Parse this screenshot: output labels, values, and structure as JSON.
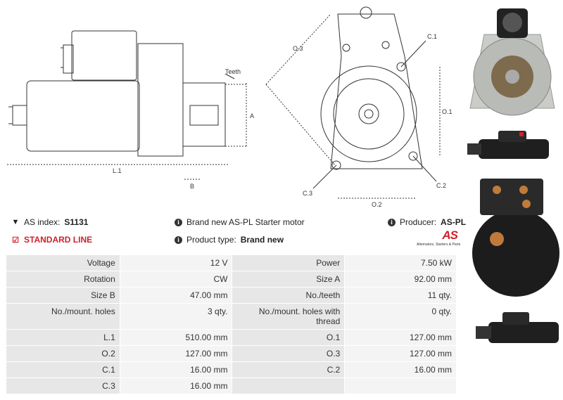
{
  "drawing": {
    "labels": {
      "teeth": "Teeth",
      "a": "A",
      "b": "B",
      "l1": "L.1",
      "o3": "O.3",
      "c1": "C.1",
      "o1": "O.1",
      "c3": "C.3",
      "c2": "C.2",
      "o2": "O.2"
    }
  },
  "info": {
    "as_index_label": "AS index:",
    "as_index_value": "S1131",
    "description": "Brand new AS-PL Starter motor",
    "producer_label": "Producer:",
    "producer_value": "AS-PL",
    "line": "STANDARD LINE",
    "product_type_label": "Product type:",
    "product_type_value": "Brand new",
    "logo_text": "AS",
    "logo_tagline": "Alternators, Starters & Parts"
  },
  "specs": [
    [
      "Voltage",
      "12 V",
      "Power",
      "7.50 kW"
    ],
    [
      "Rotation",
      "CW",
      "Size A",
      "92.00 mm"
    ],
    [
      "Size B",
      "47.00 mm",
      "No./teeth",
      "11 qty."
    ],
    [
      "No./mount. holes",
      "3 qty.",
      "No./mount. holes with thread",
      "0 qty."
    ],
    [
      "L.1",
      "510.00 mm",
      "O.1",
      "127.00 mm"
    ],
    [
      "O.2",
      "127.00 mm",
      "O.3",
      "127.00 mm"
    ],
    [
      "C.1",
      "16.00 mm",
      "C.2",
      "16.00 mm"
    ],
    [
      "C.3",
      "16.00 mm",
      "",
      ""
    ]
  ],
  "colors": {
    "accent": "#d0202a",
    "label_bg": "#e7e7e7",
    "value_bg": "#f4f4f4"
  }
}
